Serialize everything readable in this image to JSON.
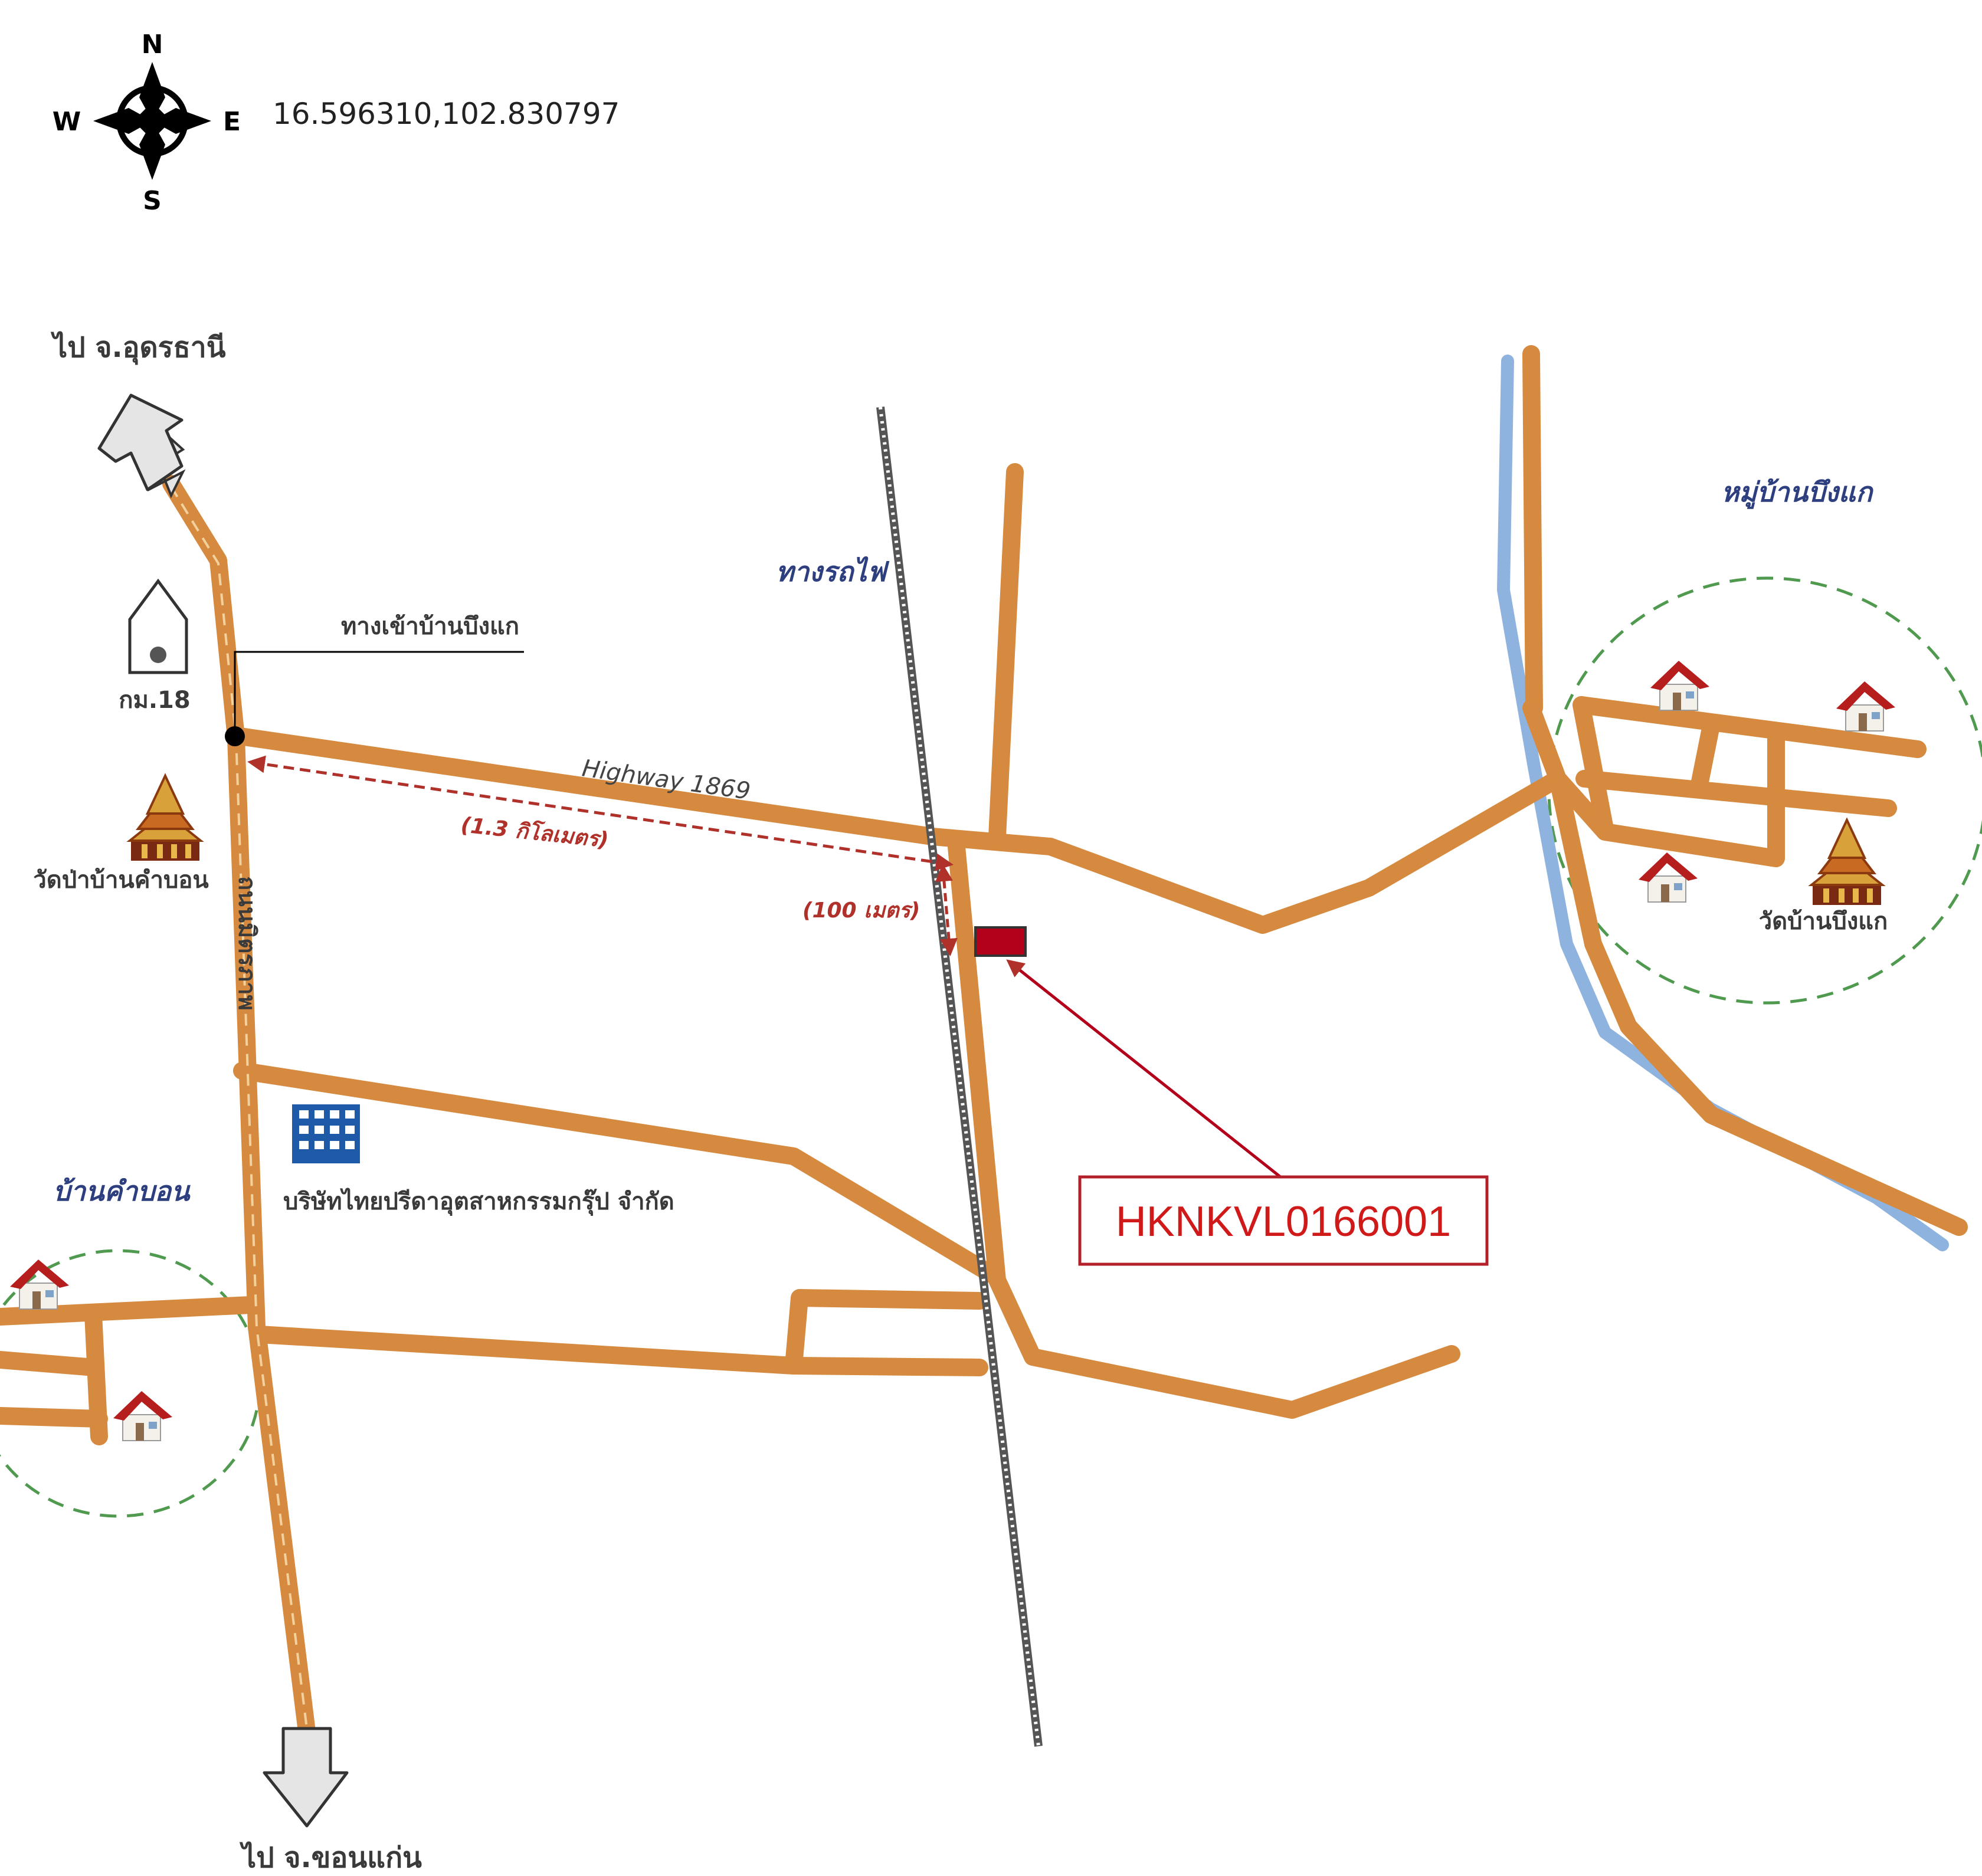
{
  "coordinates": "16.596310,102.830797",
  "compass": {
    "n": "N",
    "s": "S",
    "e": "E",
    "w": "W"
  },
  "destinations": {
    "north": "ไป จ.อุดรธานี",
    "south": "ไป จ.ขอนแก่น"
  },
  "roads": {
    "highway": "Highway 1869",
    "main_road": "ถนนมิตรภาพ",
    "entrance": "ทางเข้าบ้านบึงแก"
  },
  "railway": "ทางรถไฟ",
  "distances": {
    "long": "(1.3 กิโลเมตร)",
    "short": "(100 เมตร)"
  },
  "landmarks": {
    "km_post": "กม.18",
    "temple_west": "วัดป่าบ้านคำบอน",
    "company": "บริษัทไทยปรีดาอุตสาหกรรมกรุ๊ป จำกัด",
    "village_west": "บ้านคำบอน",
    "village_east": "หมู่บ้านบึงแก",
    "temple_east": "วัดบ้านบึงแก"
  },
  "site_code": "HKNKVL0166001",
  "colors": {
    "road": "#d68a3f",
    "road_centerline": "#f2d19c",
    "river": "#8fb3df",
    "marker": "#b3001b",
    "distance_arrow": "#b0302a",
    "village_outline": "#4f9a4f"
  }
}
